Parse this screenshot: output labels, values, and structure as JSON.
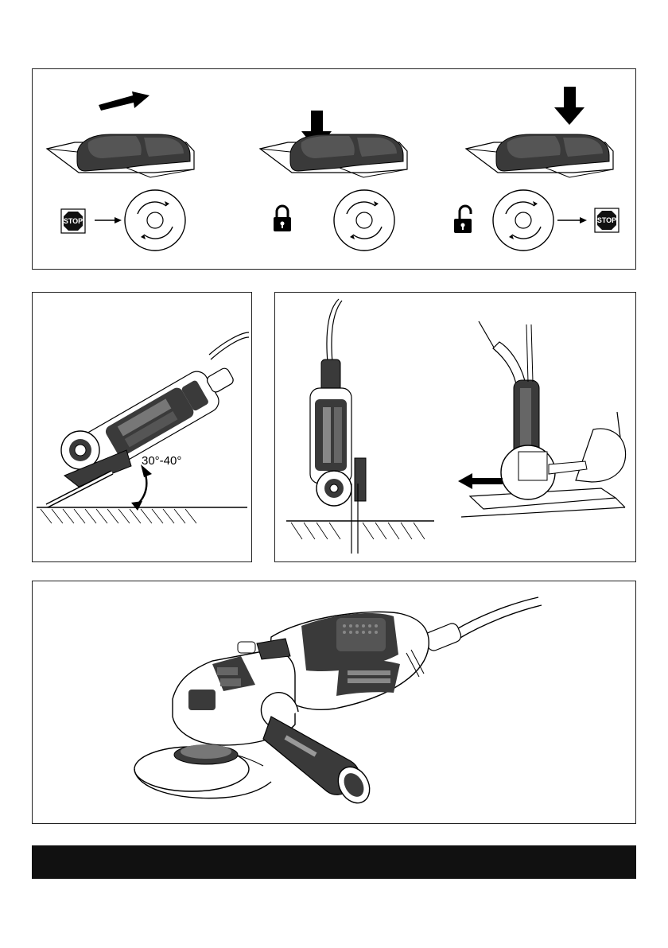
{
  "switch_panel": {
    "icons": [
      "left-arrow-icon",
      "down-arrow-icon",
      "down-arrow-icon"
    ],
    "stop_label": "STOP"
  },
  "angle_panel": {
    "angle_label": "30°-40°"
  },
  "cut_panel": {
    "icons": [
      "left-arrow-icon",
      "hatched-ground"
    ]
  },
  "tool_panel": {
    "icons": [
      "angle-grinder-illustration"
    ]
  },
  "colors": {
    "ink": "#000000",
    "tool_body": "#3a3a3a",
    "tool_light": "#9a9a9a",
    "footer": "#111111"
  }
}
